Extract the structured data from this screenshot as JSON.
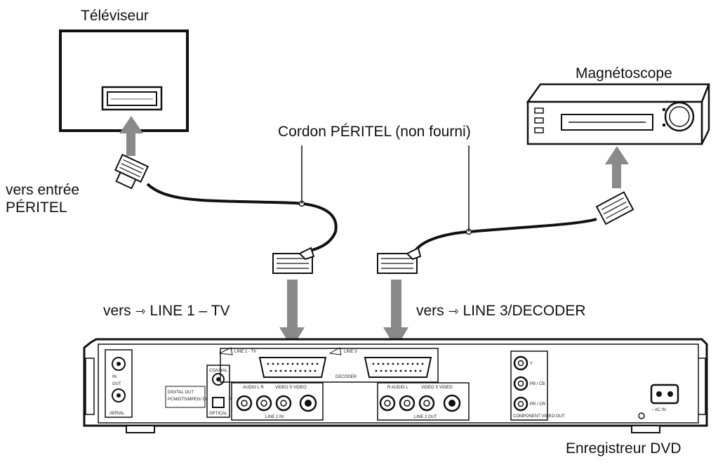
{
  "labels": {
    "tv": "Téléviseur",
    "vcr": "Magnétoscope",
    "cable": "Cordon PÉRITEL (non fourni)",
    "scart_in_line1": "vers entrée",
    "scart_in_line2": "PÉRITEL",
    "to_line1_prefix": "vers",
    "to_line1_suffix": "LINE 1 – TV",
    "to_line3_prefix": "vers",
    "to_line3_suffix": "LINE 3/DECODER",
    "recorder": "Enregistreur DVD"
  },
  "recorder_panel": {
    "line1_tv": "LINE 1 - TV",
    "line3": "LINE 3",
    "decoder": "DECODER",
    "in": "IN",
    "out": "OUT",
    "aerial": "AERIAL",
    "coaxial": "COAXIAL",
    "digital_out": "DIGITAL OUT",
    "pcm_dts": "PCM/DTS/MPEG/ DOLBY DIGITAL",
    "optical": "OPTICAL",
    "audio_lr": "AUDIO L R",
    "video_svideo_1": "VIDEO S VIDEO",
    "line2_in": "LINE 2 IN",
    "audio_lr_2": "R AUDIO L",
    "video_svideo_2": "VIDEO S VIDEO",
    "line2_out": "LINE 2 OUT",
    "y": "Y",
    "pb_cb": "PB / CB",
    "pr_cr": "PR / CR",
    "component": "COMPONENT VIDEO OUT",
    "ac_in": "~ AC IN"
  },
  "icons": {
    "line_symbol": "scart-arrow-icon",
    "glyph": "⇾"
  },
  "colors": {
    "line": "#111111",
    "arrow": "#8a8a8a",
    "device_fill": "#ffffff"
  }
}
